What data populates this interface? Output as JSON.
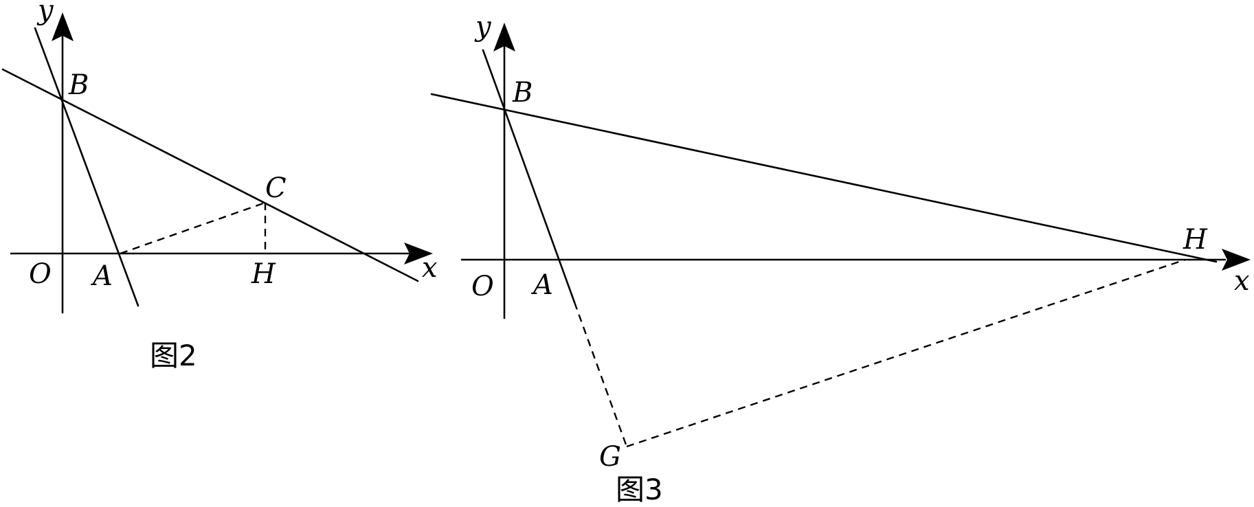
{
  "figures": [
    {
      "caption": "图2",
      "labels": {
        "y_axis": "y",
        "x_axis": "x",
        "origin": "O",
        "point_A": "A",
        "point_B": "B",
        "point_C": "C",
        "point_H": "H"
      }
    },
    {
      "caption": "图3",
      "labels": {
        "y_axis": "y",
        "x_axis": "x",
        "origin": "O",
        "point_A": "A",
        "point_B": "B",
        "point_H": "H",
        "point_G": "G"
      }
    }
  ]
}
